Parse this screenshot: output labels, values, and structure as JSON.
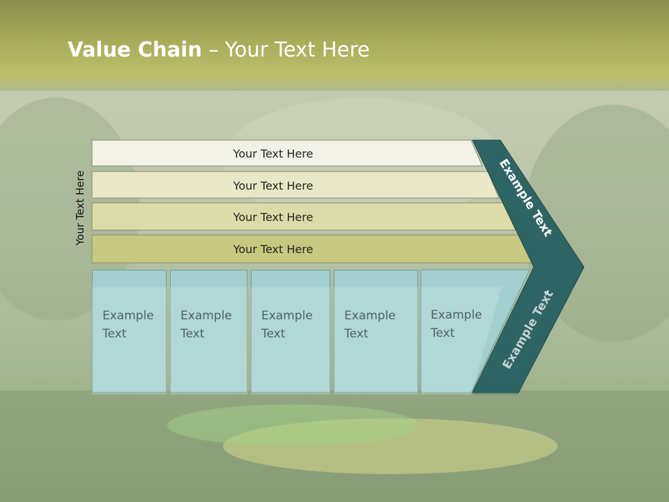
{
  "title": {
    "bold": "Value Chain",
    "rest": " – Your Text Here"
  },
  "side_label": "Your Text Here",
  "rows": [
    {
      "label": "Your Text Here"
    },
    {
      "label": "Your Text Here"
    },
    {
      "label": "Your Text Here"
    },
    {
      "label": "Your Text Here"
    }
  ],
  "cells": [
    {
      "line1": "Example",
      "line2": "Text"
    },
    {
      "line1": "Example",
      "line2": "Text"
    },
    {
      "line1": "Example",
      "line2": "Text"
    },
    {
      "line1": "Example",
      "line2": "Text"
    },
    {
      "line1": "Example",
      "line2": "Text"
    }
  ],
  "chevron": {
    "upper_label": "Example Text",
    "lower_label": "Example Text"
  },
  "colors": {
    "title_band": "#a6aa58",
    "row_colors": [
      "#f2f2e6",
      "#e8e8c8",
      "#dcdca8",
      "#c8c880"
    ],
    "cell_fill": "#a3cfd0",
    "chevron_fill": "#2f6464"
  }
}
